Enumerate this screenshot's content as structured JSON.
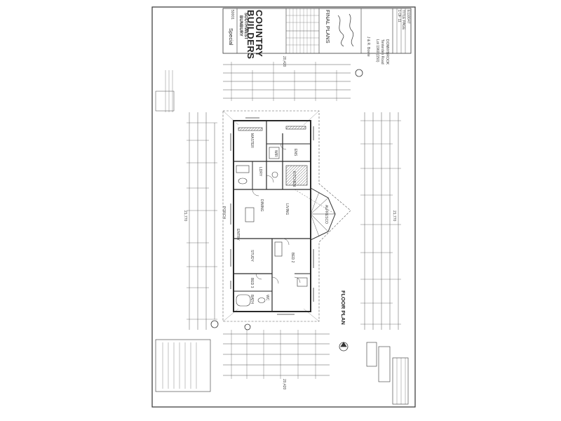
{
  "title_block": {
    "brand_line1": "COUNTRY",
    "brand_line2": "BUILDERS",
    "region_line1": "SOUTHWEST",
    "region_line2": "BUNBURY",
    "home_series": "Special",
    "job_number": "50001",
    "stage": "FINAL PLANS",
    "client": "J & R. Bowie",
    "address_line1": "Lot 1960 (150)",
    "address_line2": "Tenterden Road",
    "address_line3": "DONNYBROOK",
    "sheet": "1 OF 11",
    "plan_title": "TITLE PAGE",
    "drawing_no": "E110047"
  },
  "plan": {
    "heading": "FLOOR PLAN",
    "rooms": [
      "BED 2",
      "BED 3",
      "STUDY",
      "KITCHEN",
      "DINING",
      "LIVING",
      "ALFRESCO",
      "MASTER",
      "ENS",
      "WIR",
      "LDRY",
      "BATH",
      "WC",
      "PORCH",
      "ENTRY"
    ]
  },
  "overall_dimensions": {
    "width": "20,420",
    "depth": "21,770"
  },
  "colors": {
    "line": "#3a3a3a",
    "paper": "#ffffff",
    "hatch": "#9a9a9a"
  },
  "icons": [
    "north-arrow-icon",
    "door-swing-icon",
    "window-icon"
  ]
}
